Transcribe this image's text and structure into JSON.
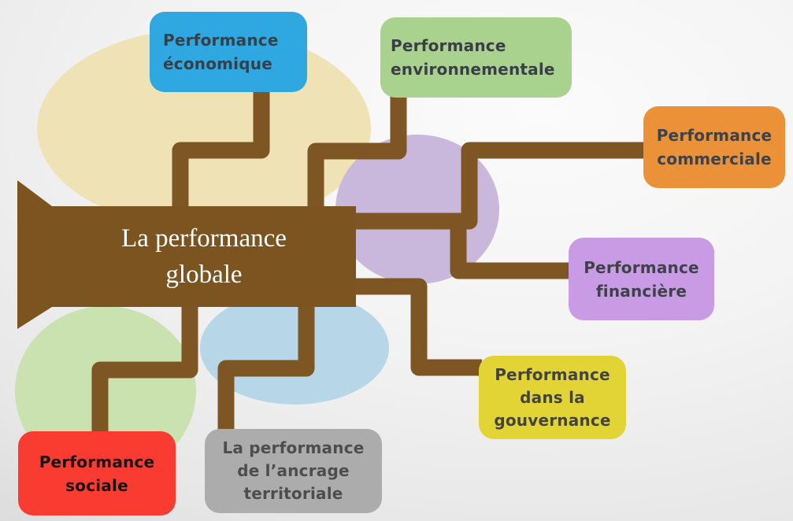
{
  "banner": {
    "lines": [
      "La performance",
      "globale"
    ],
    "fill": "#7B5420",
    "text_color": "#FFFFFF"
  },
  "connectors": {
    "color": "#7D5624"
  },
  "decor_circles": {
    "tan": "#EFE3B6",
    "purple": "#CAB7DC",
    "blue": "#B7D6E8",
    "green": "#C9E2AF"
  },
  "nodes": {
    "economique": {
      "lines": [
        "Performance",
        "économique"
      ],
      "fill": "#2FA7E1",
      "text_color": "#3A3E45"
    },
    "environnementale": {
      "lines": [
        "Performance",
        "environnementale"
      ],
      "fill": "#A8D28D",
      "text_color": "#3A3E45"
    },
    "commerciale": {
      "lines": [
        "Performance",
        "commerciale"
      ],
      "fill": "#EB9137",
      "text_color": "#40424A"
    },
    "financiere": {
      "lines": [
        "Performance",
        "financière"
      ],
      "fill": "#C99BE5",
      "text_color": "#40424A"
    },
    "gouvernance": {
      "lines": [
        "Performance",
        "dans la",
        "gouvernance"
      ],
      "fill": "#E2D434",
      "text_color": "#44443E"
    },
    "ancrage": {
      "lines": [
        "La performance",
        "de l’ancrage",
        "territoriale"
      ],
      "fill": "#ACACAC",
      "text_color": "#4D4D4D"
    },
    "sociale": {
      "lines": [
        "Performance",
        "sociale"
      ],
      "fill": "#F93B31",
      "text_color": "#141414"
    }
  }
}
